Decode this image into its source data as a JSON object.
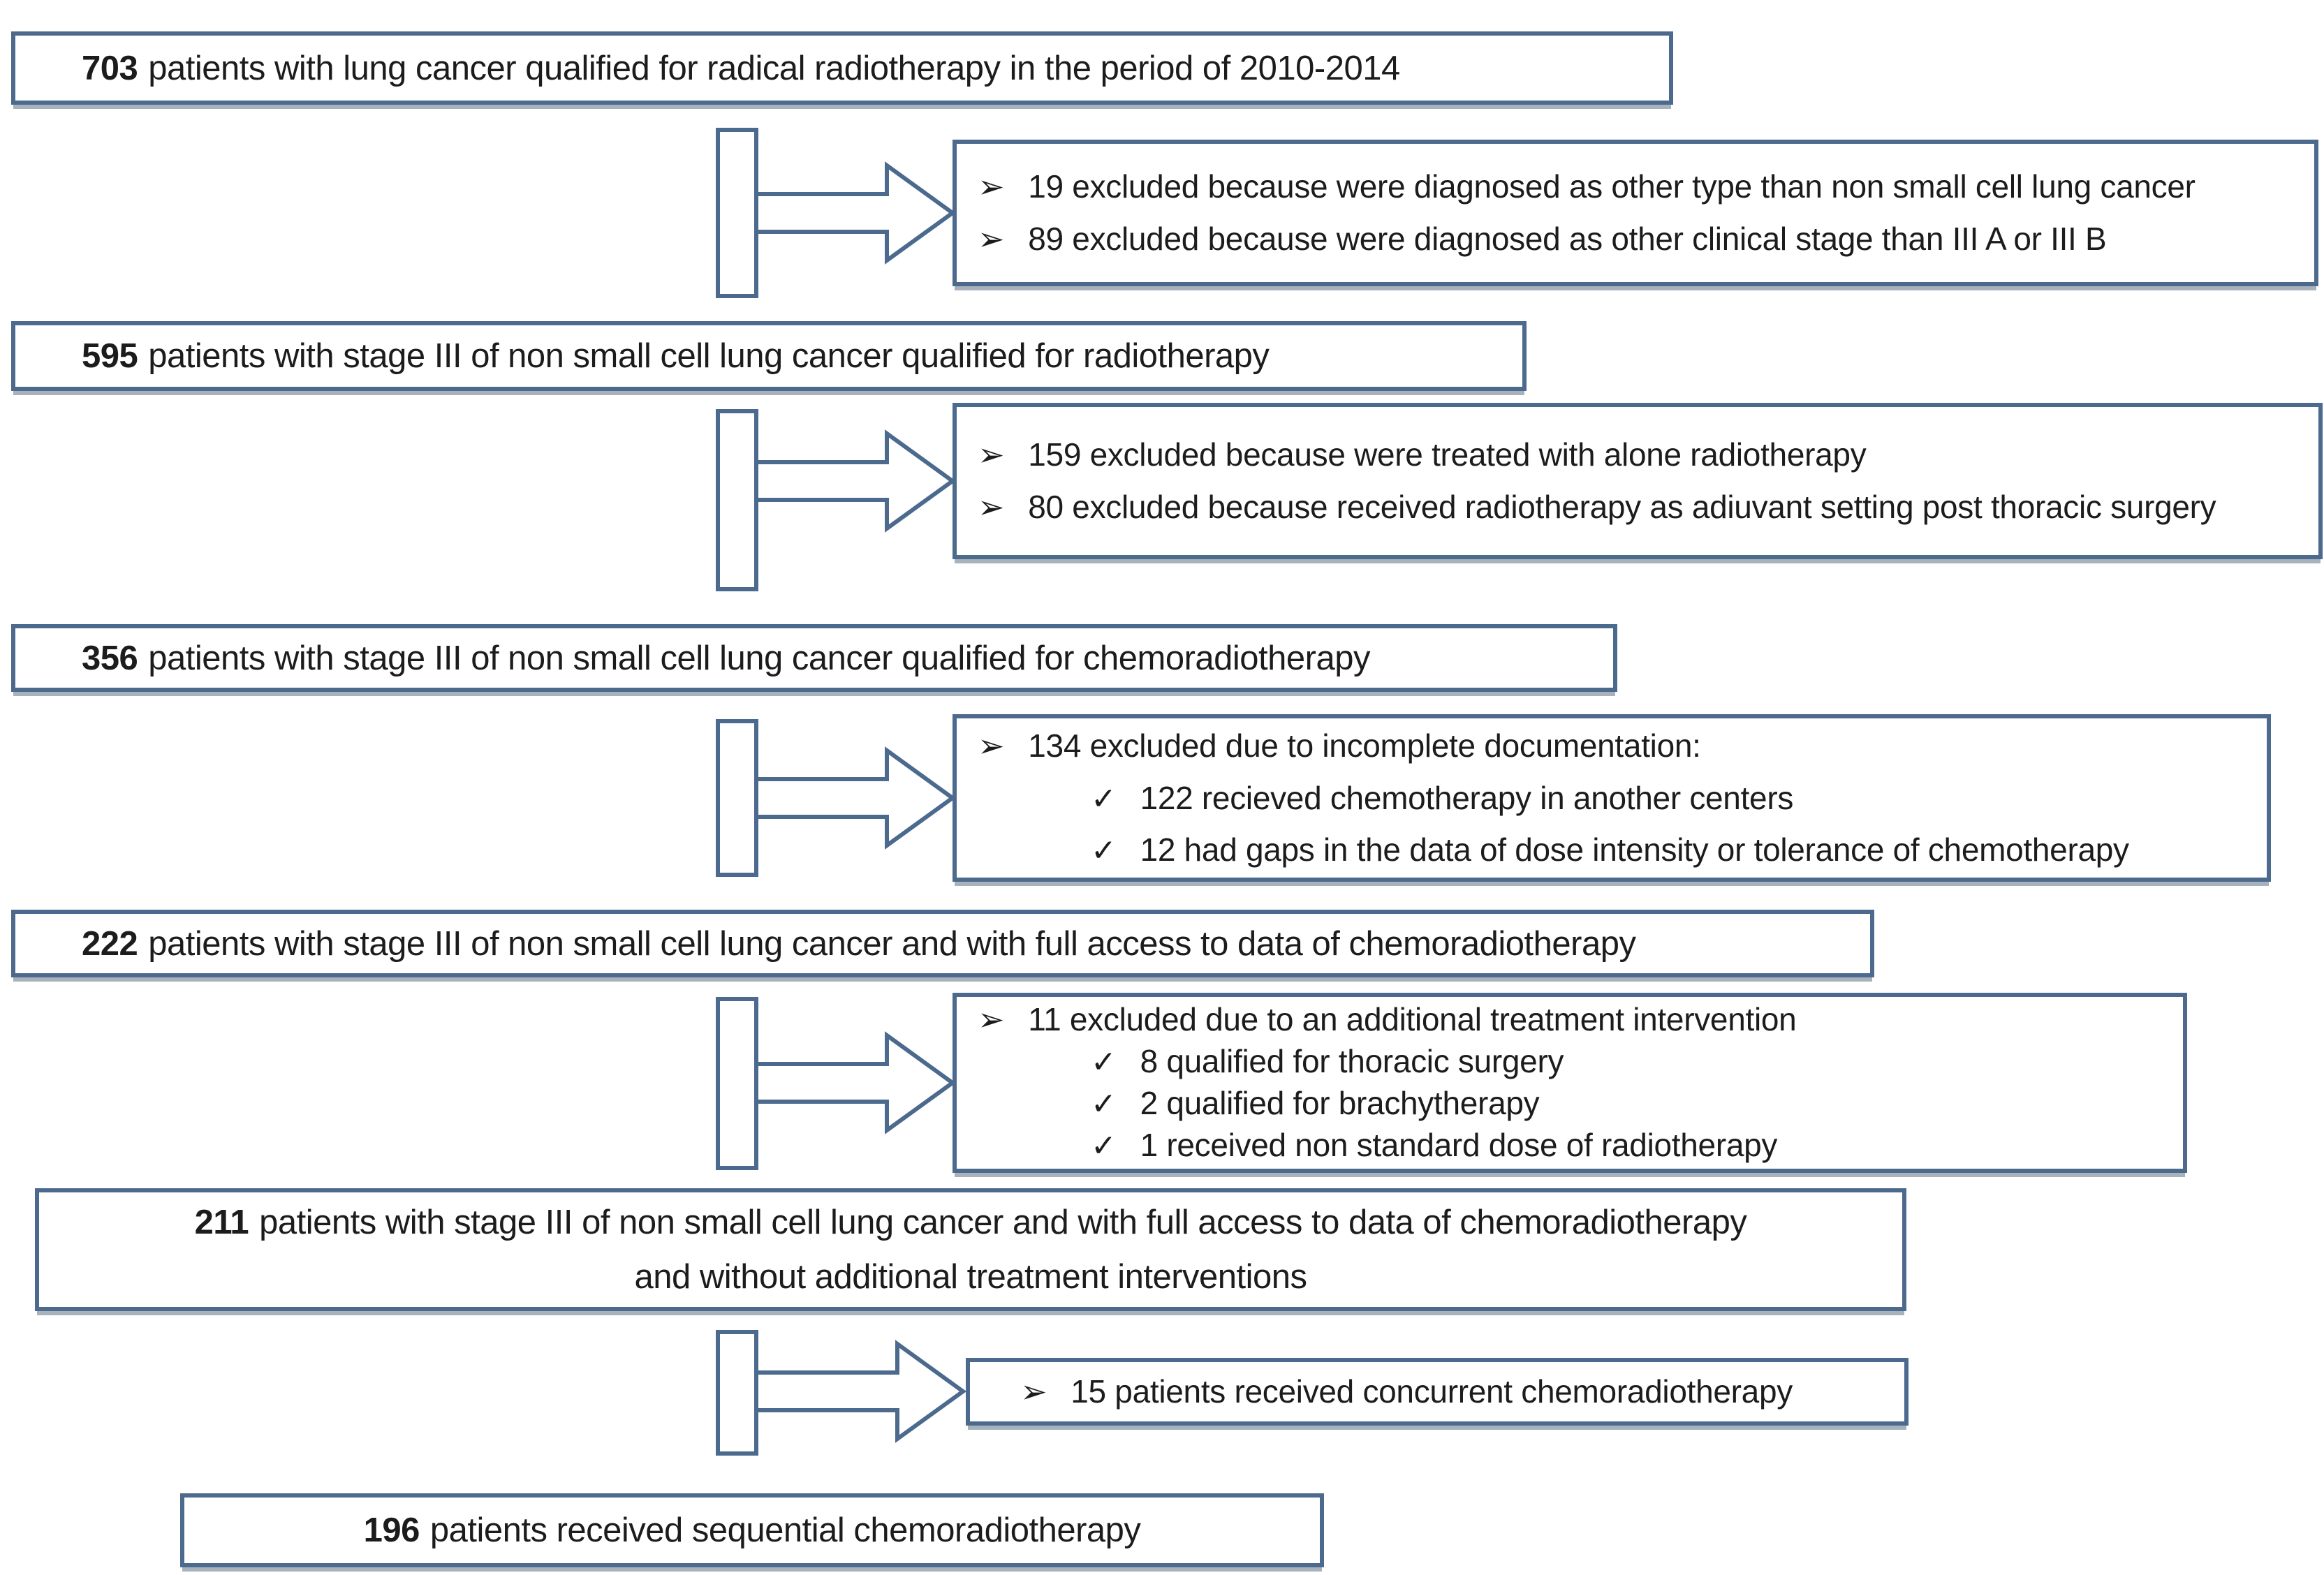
{
  "diagram": {
    "description": "Patient selection flowchart for radical radiotherapy study 2010-2014",
    "colors": {
      "border": "#4c6a8e",
      "shadow": "#a7b2bd",
      "text": "#1c1c1c",
      "background": "#ffffff"
    },
    "markers": {
      "arrow": "➢",
      "check": "✓"
    },
    "main_boxes": [
      {
        "number": "703",
        "text": "patients with lung cancer qualified for radical radiotherapy in the period of 2010-2014"
      },
      {
        "number": "595",
        "text": "patients with stage III of non small cell lung cancer qualified for radiotherapy"
      },
      {
        "number": "356",
        "text": "patients with stage III of non small cell lung cancer qualified for chemoradiotherapy"
      },
      {
        "number": "222",
        "text": "patients with stage III of non small cell lung cancer and with full access to data of chemoradiotherapy"
      },
      {
        "number": "211",
        "text": "patients with stage III of non small cell lung cancer and with full access to data of chemoradiotherapy",
        "text_line2": "and without additional treatment interventions"
      },
      {
        "number": "196",
        "text": "patients received sequential chemoradiotherapy"
      }
    ],
    "exclusion_boxes": [
      {
        "items": [
          {
            "marker": "arrow",
            "text": "19 excluded  because were diagnosed as other type than non small cell lung cancer"
          },
          {
            "marker": "arrow",
            "text": "89 excluded because were diagnosed as other clinical stage than III A or III B"
          }
        ]
      },
      {
        "items": [
          {
            "marker": "arrow",
            "text": "159 excluded because were treated with alone radiotherapy"
          },
          {
            "marker": "arrow",
            "text": "80 excluded because received radiotherapy as adiuvant setting post thoracic surgery"
          }
        ]
      },
      {
        "items": [
          {
            "marker": "arrow",
            "text": "134 excluded due to incomplete documentation:"
          },
          {
            "marker": "check",
            "text": "122 recieved chemotherapy in another centers"
          },
          {
            "marker": "check",
            "text": "12 had gaps in the data of dose intensity or tolerance of chemotherapy"
          }
        ]
      },
      {
        "items": [
          {
            "marker": "arrow",
            "text": "11 excluded due to an additional treatment intervention"
          },
          {
            "marker": "check",
            "text": "8 qualified for thoracic surgery"
          },
          {
            "marker": "check",
            "text": "2 qualified for brachytherapy"
          },
          {
            "marker": "check",
            "text": "1 received non standard dose of radiotherapy"
          }
        ]
      },
      {
        "items": [
          {
            "marker": "arrow",
            "text": "15 patients received concurrent chemoradiotherapy"
          }
        ]
      }
    ]
  }
}
